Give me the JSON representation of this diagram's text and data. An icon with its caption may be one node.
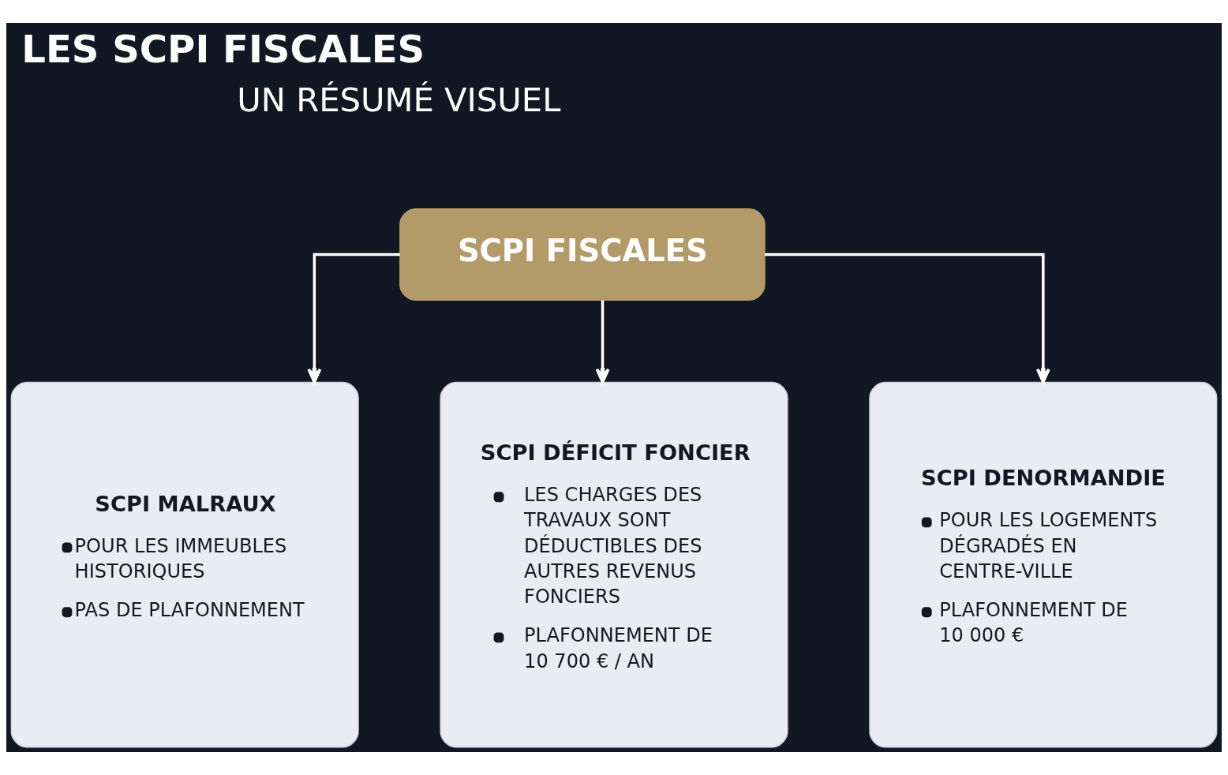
{
  "diagram": {
    "title": "LES SCPI FISCALES",
    "nodes": [
      {
        "text": [
          "SCPI FISCALES"
        ]
      },
      {
        "text": [
          "SCPI MALRAUX",
          "POUR LES IMMEUBLES HISTORIQUES",
          "PAS DE PLAFONNEMENT"
        ]
      },
      {
        "text": [
          "SCPI DÉFICIT FONCIER",
          "LES CHARGES DES TRAVAUX SONT DÉDUCTIBLES DES AUTRES REVENUS FONCIERS",
          "PLAFONNEMENT DE 10 700 € / AN"
        ]
      },
      {
        "text": [
          "SCPI DENORMANDIE",
          "POUR LES LOGEMENTS DÉGRADÉS EN CENTRE-VILLE",
          "PLAFONNEMENT DE 10 000 €"
        ]
      }
    ],
    "edges": [
      {
        "from": 0,
        "to": 1,
        "arrow": "to"
      },
      {
        "from": 0,
        "to": 2,
        "arrow": "to"
      },
      {
        "from": 0,
        "to": 3,
        "arrow": "to"
      }
    ],
    "labels": [
      "UN RÉSUMÉ VISUEL"
    ]
  }
}
